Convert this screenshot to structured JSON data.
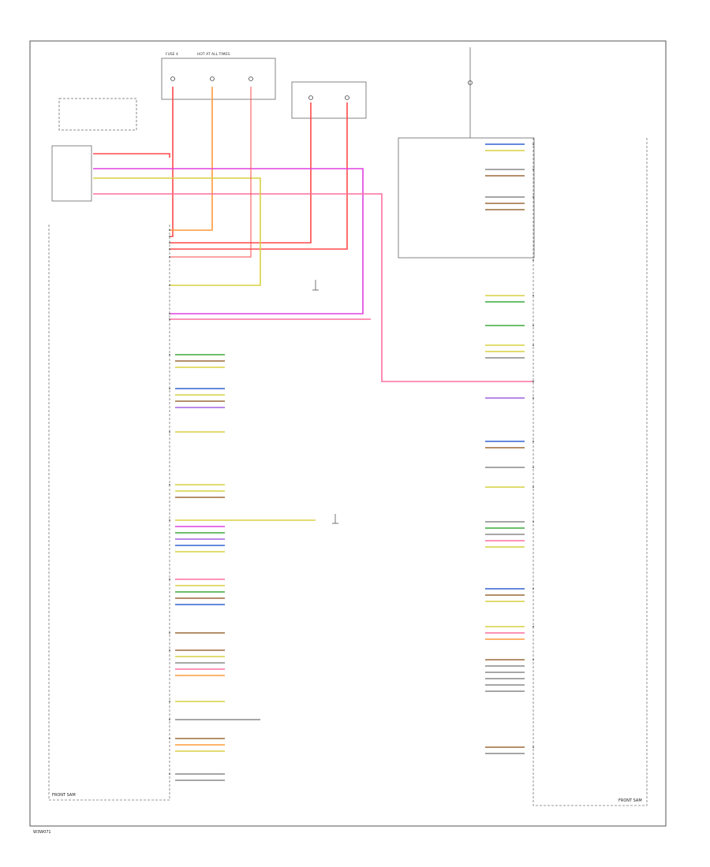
{
  "colors": {
    "red": "#ff4a4a",
    "pink": "#ff6fa0",
    "orange": "#ff9a3c",
    "yellow": "#d8d040",
    "green": "#3caa3c",
    "magenta": "#e040e0",
    "blue": "#3060d0",
    "violet": "#a060e0",
    "brown": "#9c6a3a",
    "gray": "#888888",
    "outline": "#555555"
  },
  "labels": {
    "left_module": "FRONT SAM",
    "right_module": "FRONT SAM",
    "footer_code": "W3W071",
    "fuse_caption": "HOT AT ALL TIMES",
    "fuse_block": "FUSE 4"
  }
}
